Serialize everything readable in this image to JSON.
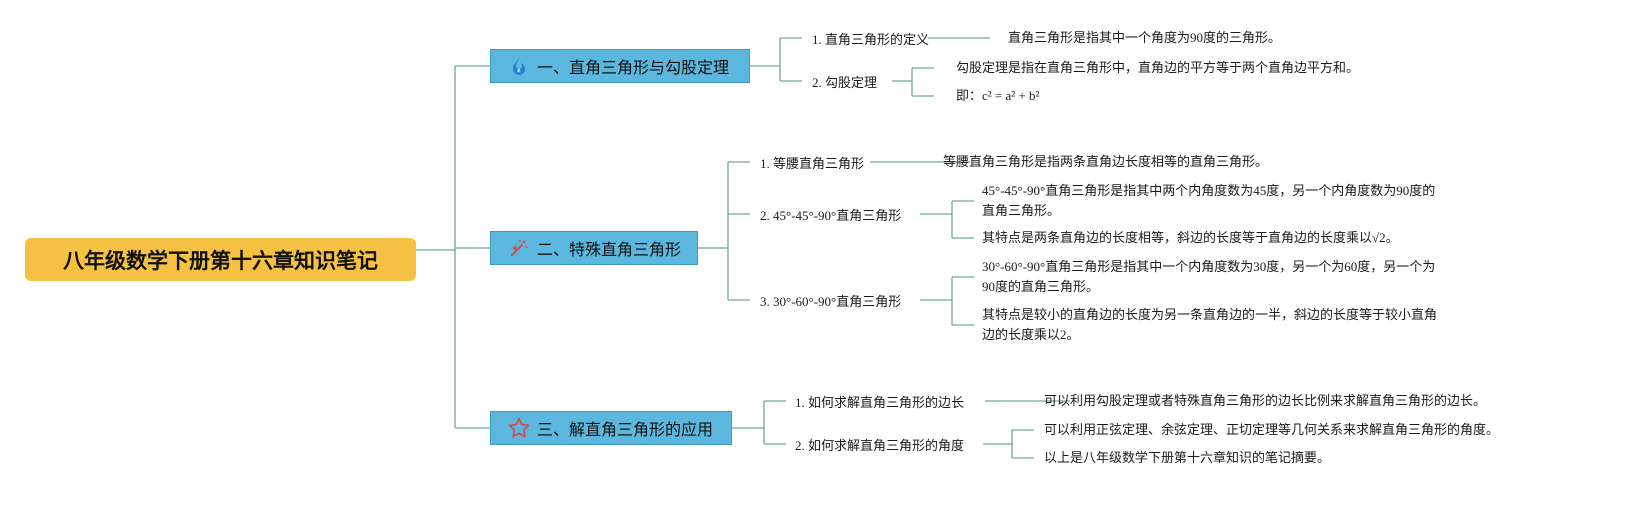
{
  "root": {
    "title": "八年级数学下册第十六章知识笔记"
  },
  "branches": [
    {
      "title": "一、直角三角形与勾股定理",
      "icon": "flame-icon",
      "icon_color": "#2a7fd4",
      "items": [
        {
          "label": "1. 直角三角形的定义",
          "details": [
            "直角三角形是指其中一个角度为90度的三角形。"
          ]
        },
        {
          "label": "2. 勾股定理",
          "details": [
            "勾股定理是指在直角三角形中，直角边的平方等于两个直角边平方和。",
            "即：c² = a² + b²"
          ]
        }
      ]
    },
    {
      "title": "二、特殊直角三角形",
      "icon": "sparkle-icon",
      "icon_color": "#d9464a",
      "items": [
        {
          "label": "1. 等腰直角三角形",
          "details": [
            "等腰直角三角形是指两条直角边长度相等的直角三角形。"
          ]
        },
        {
          "label": "2. 45°-45°-90°直角三角形",
          "details": [
            [
              "45°-45°-90°直角三角形是指其中两个内角度数为45度，另一个内角度数为90度的",
              "直角三角形。"
            ],
            "其特点是两条直角边的长度相等，斜边的长度等于直角边的长度乘以√2。"
          ]
        },
        {
          "label": "3. 30°-60°-90°直角三角形",
          "details": [
            [
              "30°-60°-90°直角三角形是指其中一个内角度数为30度，另一个为60度，另一个为",
              "90度的直角三角形。"
            ],
            [
              "其特点是较小的直角边的长度为另一条直角边的一半，斜边的长度等于较小直角",
              "边的长度乘以2。"
            ]
          ]
        }
      ]
    },
    {
      "title": "三、解直角三角形的应用",
      "icon": "star-icon",
      "icon_color": "#d9464a",
      "items": [
        {
          "label": "1. 如何求解直角三角形的边长",
          "details": [
            "可以利用勾股定理或者特殊直角三角形的边长比例来求解直角三角形的边长。"
          ]
        },
        {
          "label": "2. 如何求解直角三角形的角度",
          "details": [
            "可以利用正弦定理、余弦定理、正切定理等几何关系来求解直角三角形的角度。",
            "以上是八年级数学下册第十六章知识的笔记摘要。"
          ]
        }
      ]
    }
  ],
  "colors": {
    "line": "#6aab99",
    "branch_fill": "#5bb7dd",
    "root_fill": "#f5c142"
  }
}
